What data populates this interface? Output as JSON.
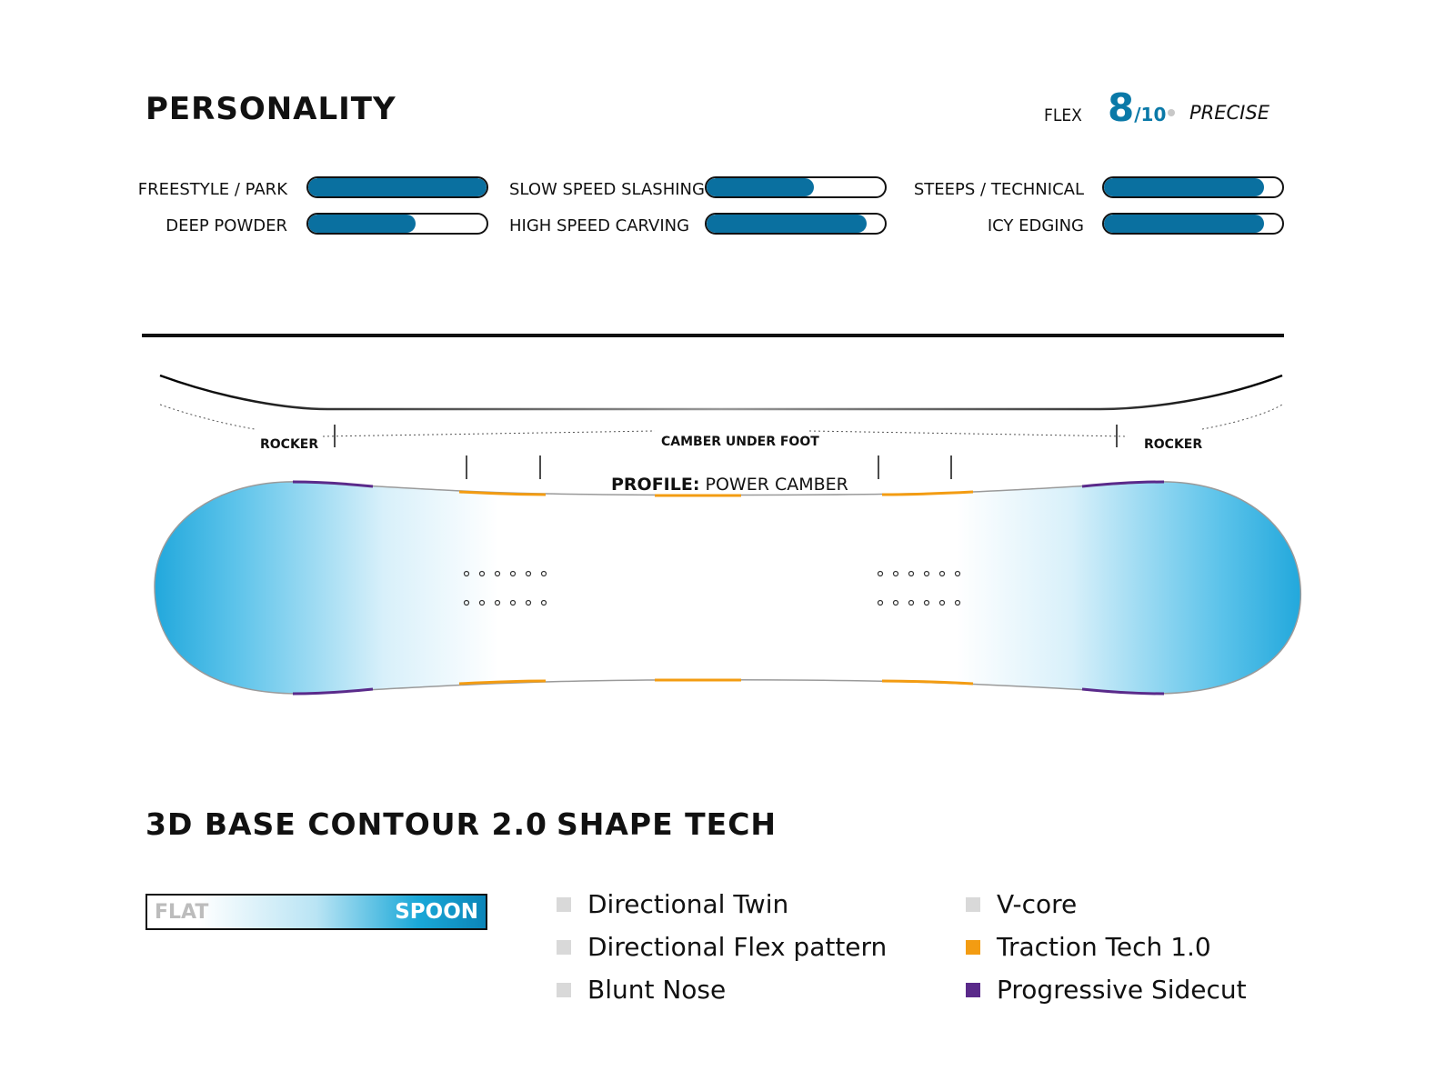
{
  "personality": {
    "title": "PERSONALITY",
    "flex_label": "FLEX",
    "flex_value": "8",
    "flex_max": "/10",
    "flex_word": "PRECISE",
    "accent_color": "#0a79a8",
    "bars": [
      {
        "label": "FREESTYLE / PARK",
        "level": 1.0
      },
      {
        "label": "DEEP POWDER",
        "level": 0.6
      },
      {
        "label": "SLOW SPEED SLASHING",
        "level": 0.6
      },
      {
        "label": "HIGH SPEED CARVING",
        "level": 0.9
      },
      {
        "label": "STEEPS / TECHNICAL",
        "level": 0.9
      },
      {
        "label": "ICY EDGING",
        "level": 0.9
      }
    ]
  },
  "profile": {
    "rocker_left": "ROCKER",
    "camber": "CAMBER UNDER FOOT",
    "rocker_right": "ROCKER",
    "profile_label": "PROFILE:",
    "profile_value": "POWER CAMBER"
  },
  "base_contour": {
    "title": "3D BASE CONTOUR 2.0",
    "flat": "FLAT",
    "spoon": "SPOON"
  },
  "shape_tech": {
    "title": "SHAPE TECH",
    "items": [
      {
        "label": "Directional Twin",
        "color": "#d9d9d9"
      },
      {
        "label": "Directional Flex pattern",
        "color": "#d9d9d9"
      },
      {
        "label": "Blunt Nose",
        "color": "#d9d9d9"
      },
      {
        "label": "V-core",
        "color": "#d9d9d9"
      },
      {
        "label": "Traction Tech 1.0",
        "color": "#f39c12"
      },
      {
        "label": "Progressive Sidecut",
        "color": "#5a2a8a"
      }
    ]
  }
}
